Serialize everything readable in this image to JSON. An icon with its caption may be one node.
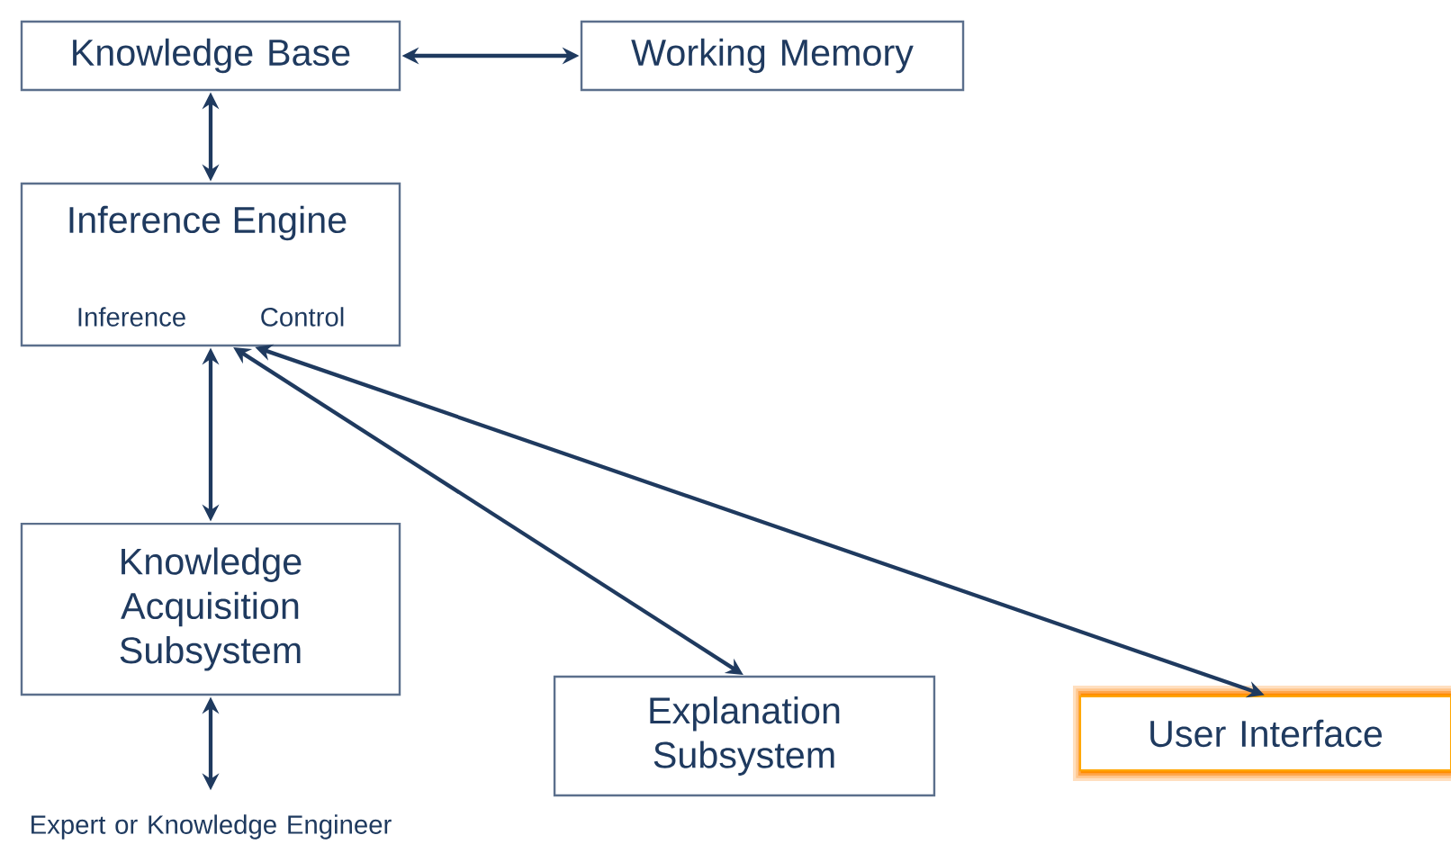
{
  "diagram": {
    "nodes": [
      {
        "text": [
          "Knowledge Base"
        ]
      },
      {
        "text": [
          "Working Memory"
        ]
      },
      {
        "text": [
          "Inference Engine",
          "Inference",
          "Control"
        ]
      },
      {
        "text": [
          "Knowledge Acquisition Subsystem"
        ]
      },
      {
        "text": [
          "Explanation Subsystem"
        ]
      },
      {
        "text": [
          "User Interface"
        ]
      },
      {
        "text": [
          "Expert or Knowledge Engineer"
        ]
      }
    ],
    "edges": [
      {
        "from": 0,
        "to": 1,
        "arrow": "both"
      },
      {
        "from": 0,
        "to": 2,
        "arrow": "both"
      },
      {
        "from": 2,
        "to": 3,
        "arrow": "both"
      },
      {
        "from": 2,
        "to": 4,
        "arrow": "both"
      },
      {
        "from": 2,
        "to": 5,
        "arrow": "both"
      },
      {
        "from": 3,
        "to": 6,
        "arrow": "both"
      }
    ]
  }
}
